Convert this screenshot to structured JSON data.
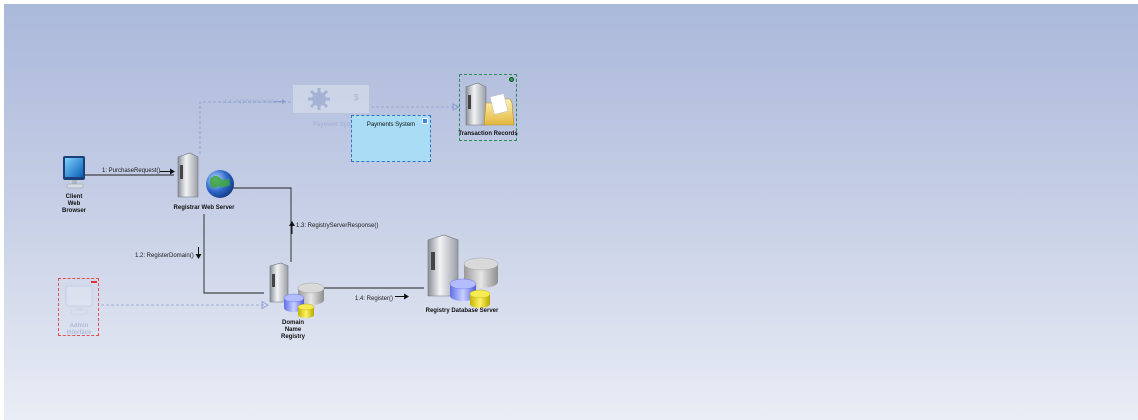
{
  "diagram": {
    "nodes": [
      {
        "id": "client",
        "label": "Client Web Browser",
        "icon": "monitor-icon"
      },
      {
        "id": "registrar",
        "label": "Registrar Web Server",
        "icon": "web-server-icon"
      },
      {
        "id": "payments_faded",
        "label": "Payment System",
        "icon": "gear-icon"
      },
      {
        "id": "payments",
        "label": "Payments System"
      },
      {
        "id": "transactions",
        "label": "Transaction Records",
        "icon": "folder-server-icon"
      },
      {
        "id": "dnr",
        "label": "Domain Name Registry",
        "icon": "database-server-icon"
      },
      {
        "id": "rdb",
        "label": "Registry Database Server",
        "icon": "database-server-icon"
      },
      {
        "id": "admin",
        "label": "Admin Interface",
        "icon": "monitor-icon"
      }
    ],
    "messages": [
      {
        "label": "1: PurchaseRequest()",
        "from": "client",
        "to": "registrar"
      },
      {
        "label": "1.1: ApproveCredit()",
        "from": "registrar",
        "to": "payments_faded"
      },
      {
        "label": "1.2: RegisterDomain()",
        "from": "registrar",
        "to": "dnr"
      },
      {
        "label": "1.3: RegistryServerResponse()",
        "from": "dnr",
        "to": "registrar"
      },
      {
        "label": "1.4: Register()",
        "from": "dnr",
        "to": "rdb"
      }
    ]
  },
  "colors": {
    "background_top": "#aab8da",
    "background_bottom": "#e9edf5",
    "payments_fill": "#a9dcf5",
    "selection": "#2f8a5a",
    "admin_border": "#e05050"
  }
}
